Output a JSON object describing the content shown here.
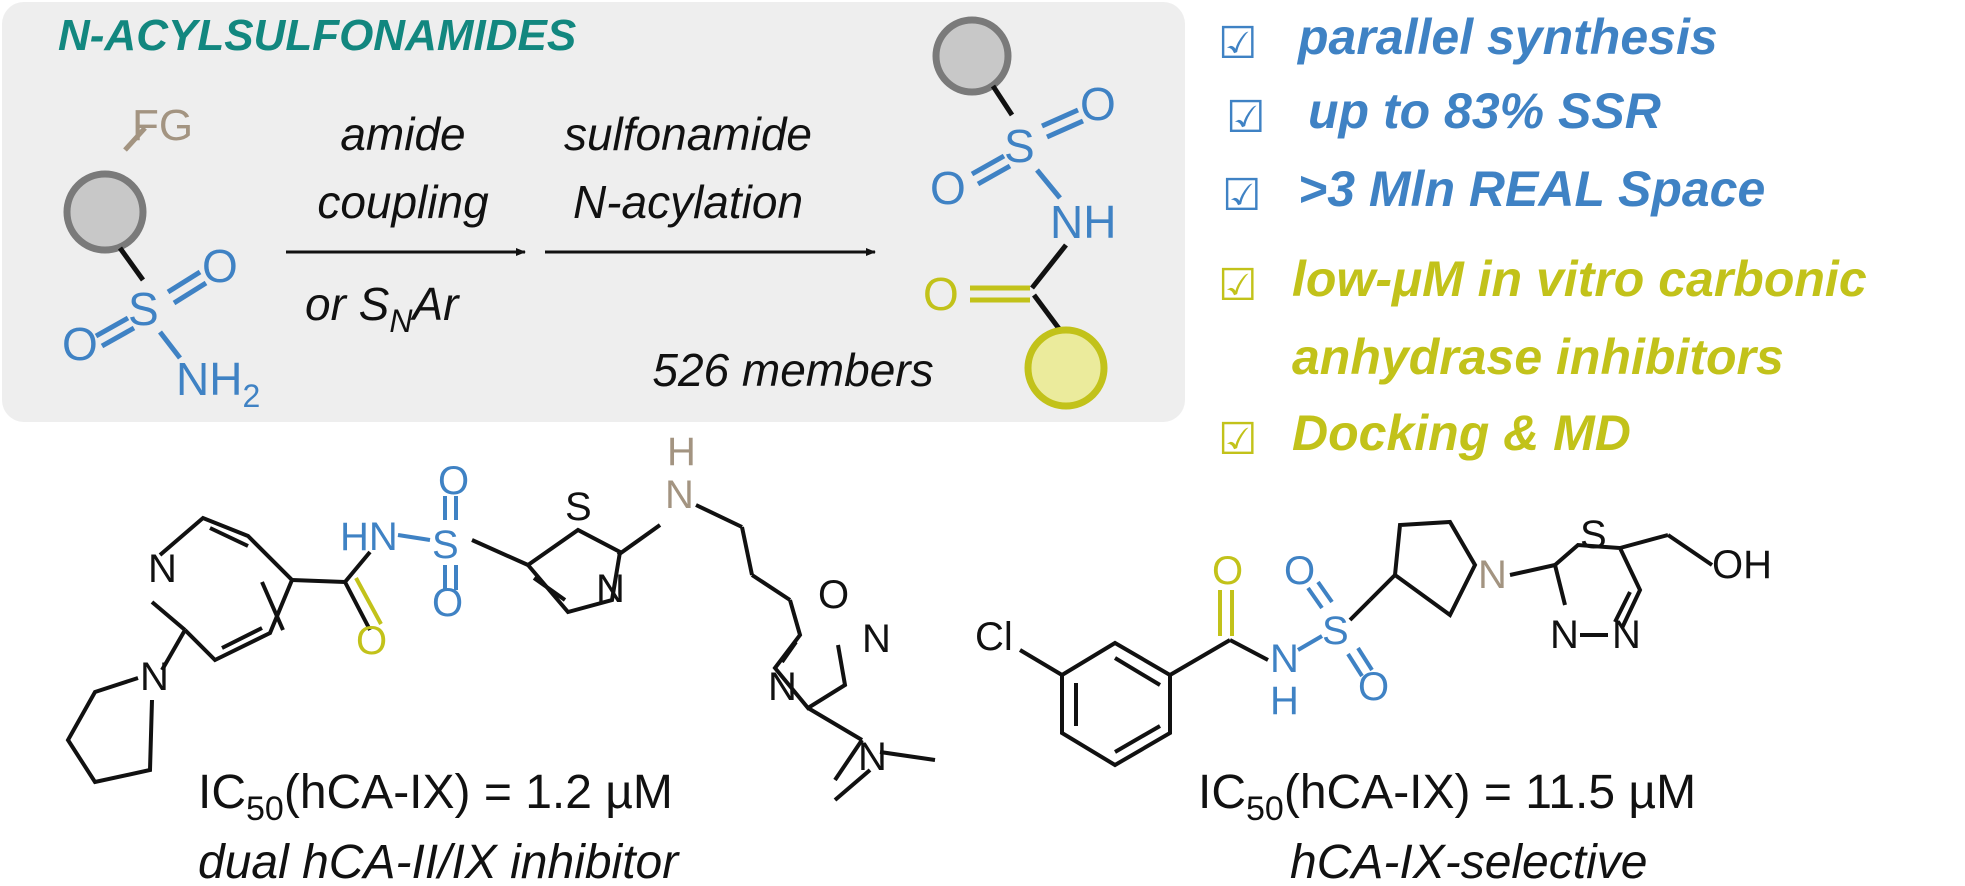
{
  "colors": {
    "teal": "#12877f",
    "blue": "#3f82c4",
    "olive": "#c2c21a",
    "tan": "#a39481",
    "gray_fill": "#c8c8c8",
    "gray_stroke": "#7a7a7a",
    "yellow_fill": "#ebeb9c",
    "panel_bg": "#eeeeee",
    "ink": "#111111"
  },
  "scheme": {
    "title": "N-ACYLSULFONAMIDES",
    "fg_label": "FG",
    "step1_line1": "amide",
    "step1_line2": "coupling",
    "step1_line3_pre": "or S",
    "step1_line3_sub": "N",
    "step1_line3_post": "Ar",
    "step2_line1": "sulfonamide",
    "step2_line2": "N-acylation",
    "members": "526 members"
  },
  "atoms": {
    "S": "S",
    "O": "O",
    "N": "N",
    "NH": "NH",
    "HN": "HN",
    "H": "H",
    "NH2_base": "NH",
    "NH2_sub": "2",
    "Cl": "Cl",
    "OH": "OH",
    "ring_O": "O"
  },
  "checklist": [
    {
      "label": "parallel synthesis",
      "color": "blue"
    },
    {
      "label": "up to 83% SSR",
      "color": "blue"
    },
    {
      "label": ">3 Mln REAL Space",
      "color": "blue"
    },
    {
      "label": "low-μM in vitro carbonic",
      "color": "olive"
    },
    {
      "label": "anhydrase inhibitors",
      "color": "olive",
      "continuation": true
    },
    {
      "label": "Docking & MD",
      "color": "olive"
    }
  ],
  "check_glyph": "☑",
  "compound1": {
    "ic50_pre": "IC",
    "ic50_sub": "50",
    "ic50_post": "(hCA-IX) = 1.2 µM",
    "caption": "dual hCA-II/IX inhibitor"
  },
  "compound2": {
    "ic50_pre": "IC",
    "ic50_sub": "50",
    "ic50_post": "(hCA-IX) = 11.5 µM",
    "caption": "hCA-IX-selective"
  }
}
